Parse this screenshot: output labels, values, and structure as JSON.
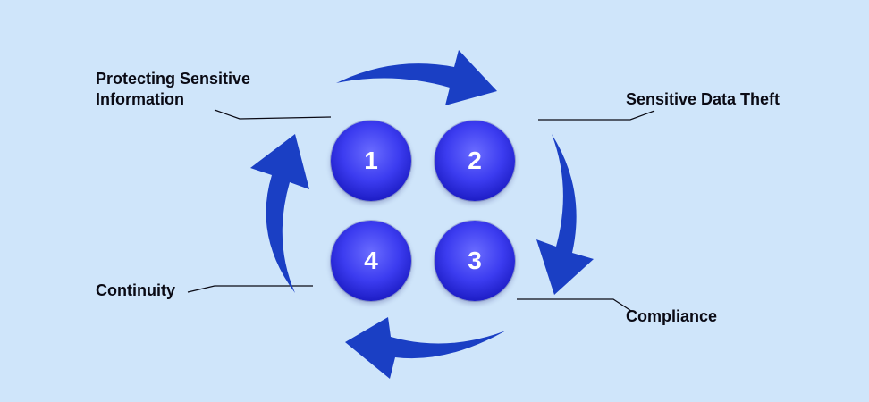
{
  "diagram": {
    "steps": [
      {
        "number": "1",
        "label_lines": [
          "Protecting Sensitive",
          "Information"
        ]
      },
      {
        "number": "2",
        "label_lines": [
          "Sensitive Data Theft"
        ]
      },
      {
        "number": "3",
        "label_lines": [
          "Compliance"
        ]
      },
      {
        "number": "4",
        "label_lines": [
          "Continuity"
        ]
      }
    ]
  },
  "colors": {
    "background": "#cfe5fa",
    "arrow": "#1a3fc4",
    "connector": "#0a0a14",
    "circle": "#3c3cf0"
  }
}
